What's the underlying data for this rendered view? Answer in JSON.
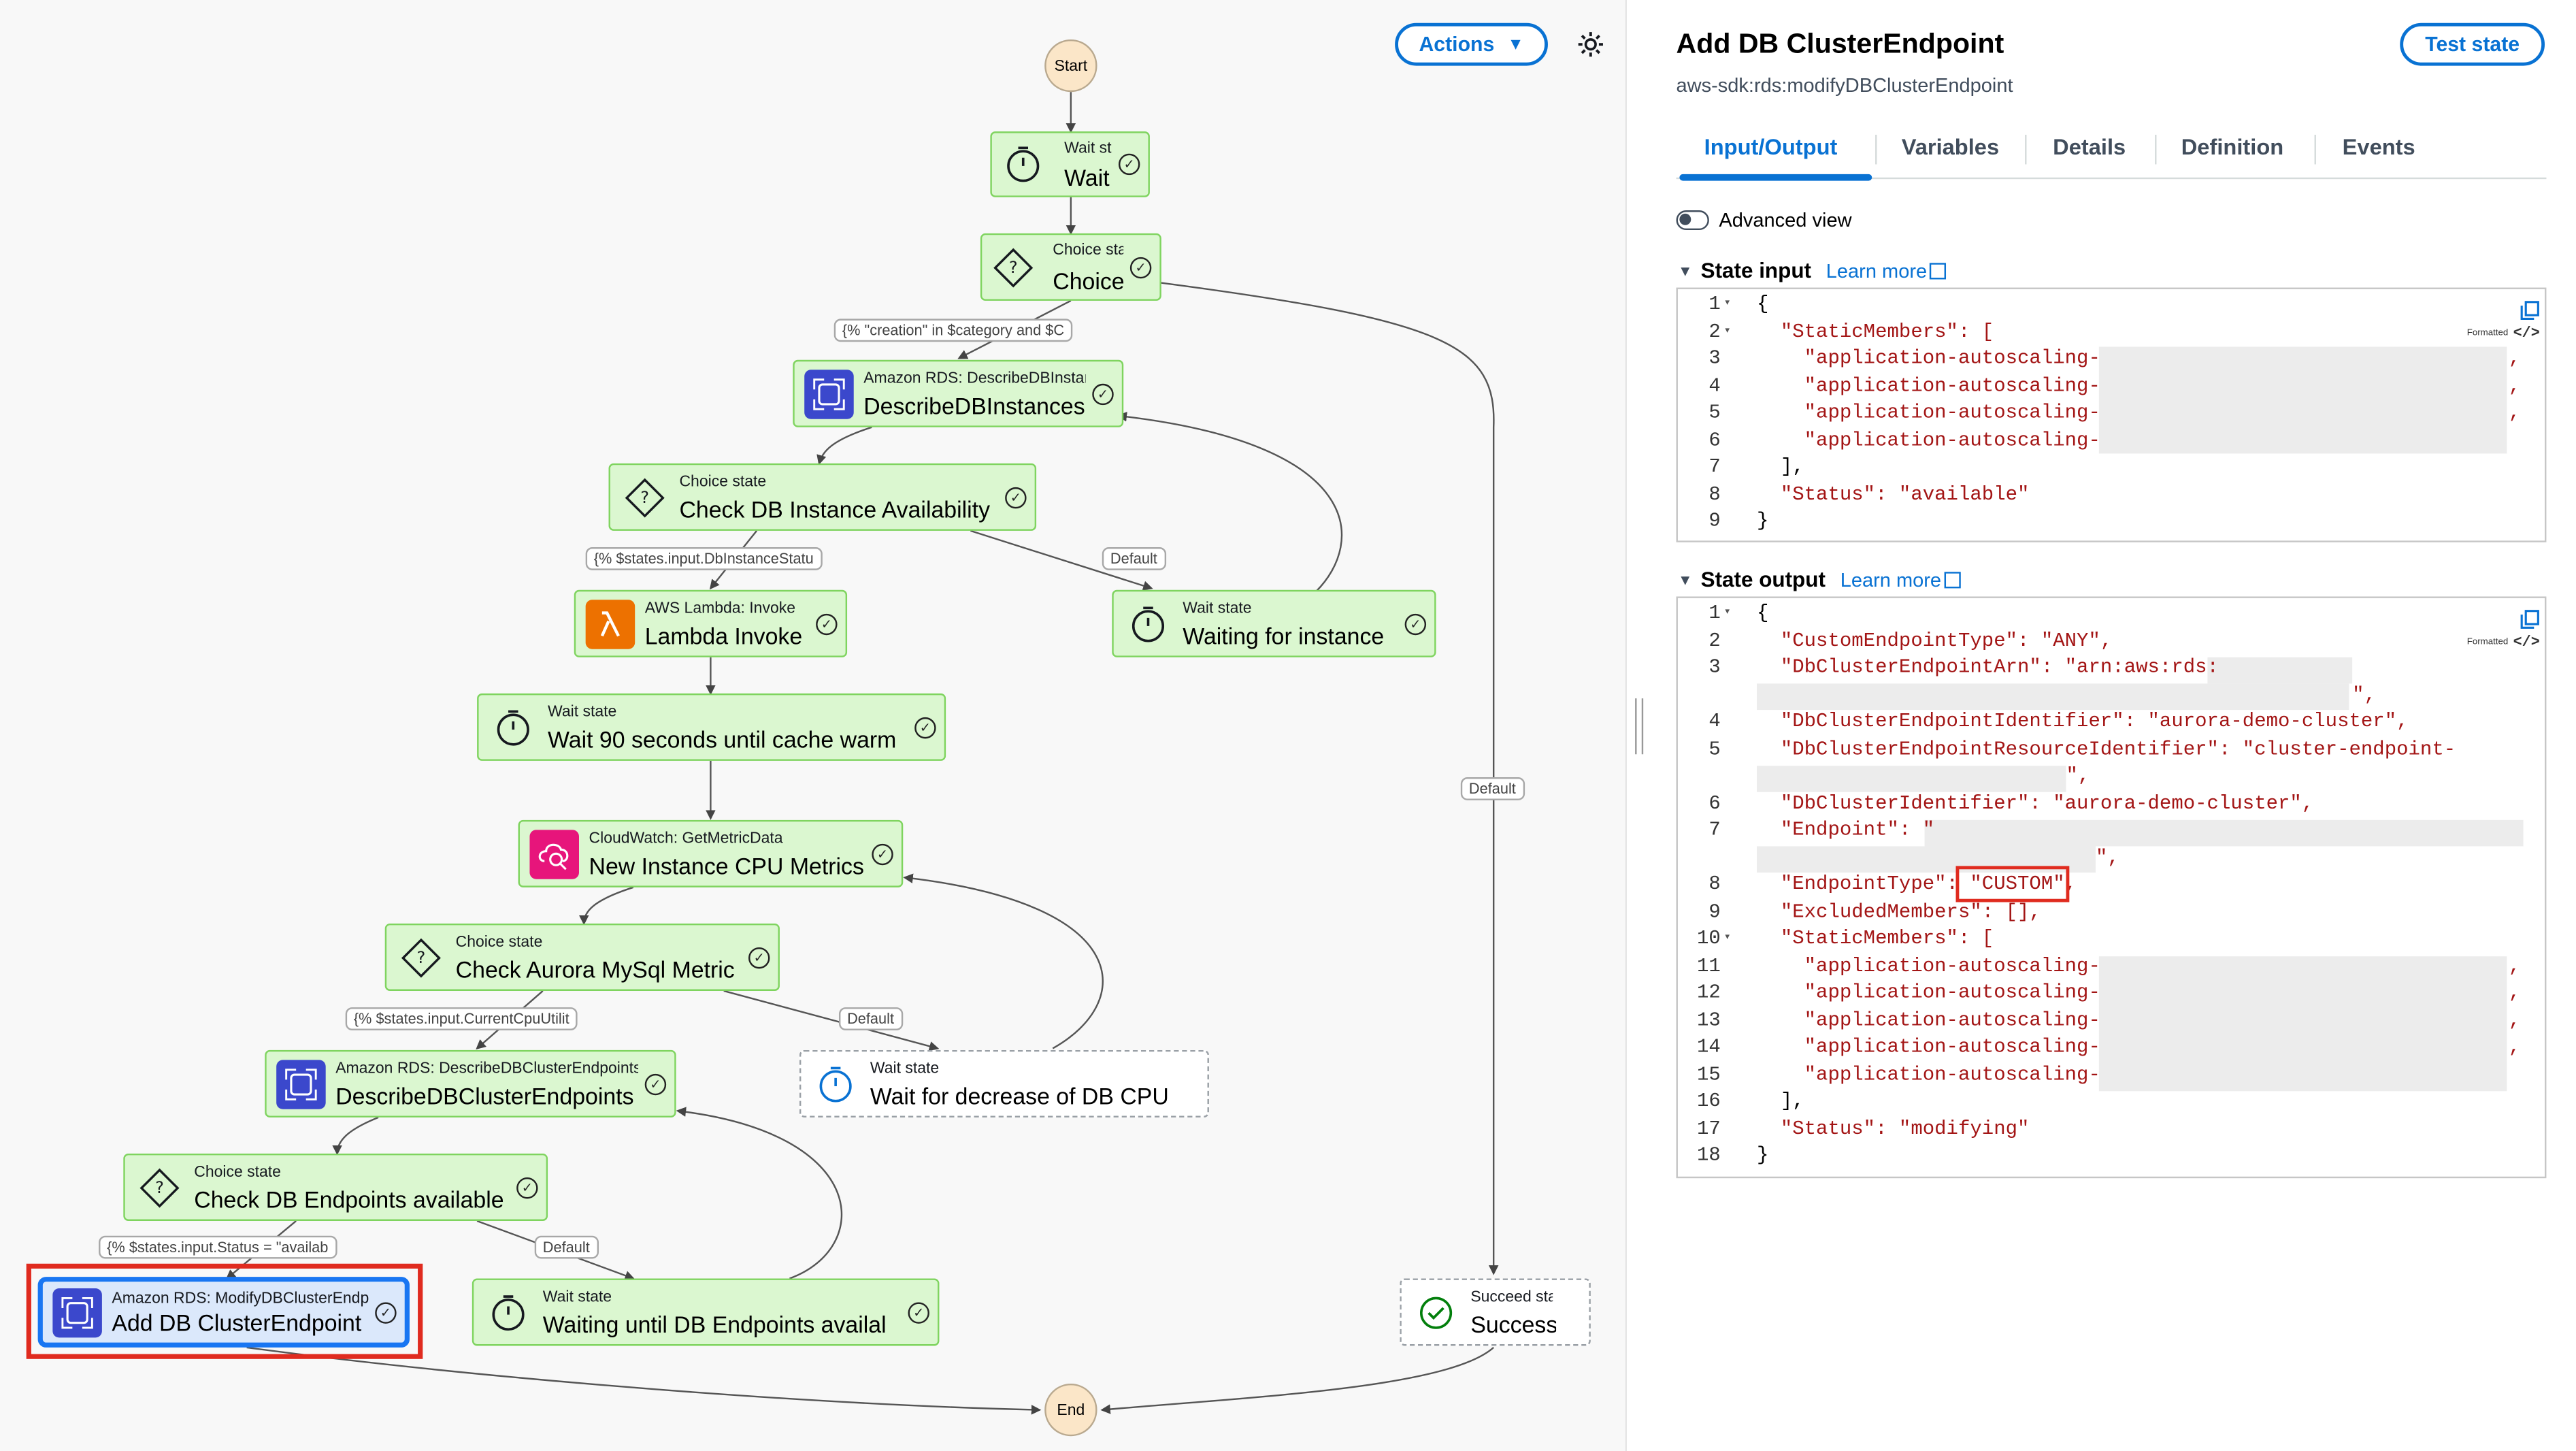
{
  "toolbar": {
    "actions_label": "Actions"
  },
  "graph": {
    "start_label": "Start",
    "end_label": "End",
    "nodes": {
      "wait": {
        "type": "Wait st",
        "title": "Wait"
      },
      "choice": {
        "type": "Choice sta",
        "title": "Choice"
      },
      "describe_instances": {
        "type": "Amazon RDS: DescribeDBInstar",
        "title": "DescribeDBInstances"
      },
      "check_availability": {
        "type": "Choice state",
        "title": "Check DB Instance Availability"
      },
      "lambda": {
        "type": "AWS Lambda: Invoke",
        "title": "Lambda Invoke"
      },
      "waiting_instance": {
        "type": "Wait state",
        "title": "Waiting for instance"
      },
      "wait90": {
        "type": "Wait state",
        "title": "Wait 90 seconds until cache warm"
      },
      "cpu_metrics": {
        "type": "CloudWatch: GetMetricData",
        "title": "New Instance CPU Metrics"
      },
      "check_metric": {
        "type": "Choice state",
        "title": "Check Aurora MySql Metric"
      },
      "describe_endpoints": {
        "type": "Amazon RDS: DescribeDBClusterEndpoints",
        "title": "DescribeDBClusterEndpoints"
      },
      "wait_cpu": {
        "type": "Wait state",
        "title": "Wait for decrease of DB CPU"
      },
      "check_endpoints": {
        "type": "Choice state",
        "title": "Check DB Endpoints available"
      },
      "add_endpoint": {
        "type": "Amazon RDS: ModifyDBClusterEndp",
        "title": "Add DB ClusterEndpoint"
      },
      "waiting_endpoints": {
        "type": "Wait state",
        "title": "Waiting until DB Endpoints availal"
      },
      "success": {
        "type": "Succeed sta",
        "title": "Success"
      }
    },
    "edge_labels": {
      "creation": "{% \"creation\" in $category and $C",
      "instance_status": "{% $states.input.DbInstanceStatu",
      "default1": "Default",
      "default_success": "Default",
      "cpu_util": "{% $states.input.CurrentCpuUtilit",
      "default2": "Default",
      "status_avail": "{% $states.input.Status = \"availab",
      "default3": "Default"
    }
  },
  "panel": {
    "title": "Add DB ClusterEndpoint",
    "resource": "aws-sdk:rds:modifyDBClusterEndpoint",
    "test_button": "Test state",
    "tabs": [
      "Input/Output",
      "Variables",
      "Details",
      "Definition",
      "Events"
    ],
    "advanced_view": "Advanced view",
    "learn_more": "Learn more",
    "formatted": "Formatted",
    "state_input": {
      "heading": "State input",
      "lines": [
        {
          "n": "1",
          "t": "{"
        },
        {
          "n": "2",
          "t": "  \"StaticMembers\": ["
        },
        {
          "n": "3",
          "t": "    \"application-autoscaling-"
        },
        {
          "n": "4",
          "t": "    \"application-autoscaling-"
        },
        {
          "n": "5",
          "t": "    \"application-autoscaling-"
        },
        {
          "n": "6",
          "t": "    \"application-autoscaling-"
        },
        {
          "n": "7",
          "t": "  ],"
        },
        {
          "n": "8",
          "t": "  \"Status\": \"available\""
        },
        {
          "n": "9",
          "t": "}"
        }
      ],
      "tails": [
        ",",
        ",",
        ",",
        ""
      ]
    },
    "state_output": {
      "heading": "State output",
      "lines": [
        {
          "n": "1",
          "t": "{"
        },
        {
          "n": "2",
          "t": "  \"CustomEndpointType\": \"ANY\","
        },
        {
          "n": "3",
          "t": "  \"DbClusterEndpointArn\": \"arn:aws:rds:"
        },
        {
          "n": "",
          "t": ""
        },
        {
          "n": "4",
          "t": "  \"DbClusterEndpointIdentifier\": \"aurora-demo-cluster\","
        },
        {
          "n": "5",
          "t": "  \"DbClusterEndpointResourceIdentifier\": \"cluster-endpoint-"
        },
        {
          "n": "",
          "t": ""
        },
        {
          "n": "6",
          "t": "  \"DbClusterIdentifier\": \"aurora-demo-cluster\","
        },
        {
          "n": "7",
          "t": "  \"Endpoint\": \""
        },
        {
          "n": "",
          "t": ""
        },
        {
          "n": "8",
          "t": "  \"EndpointType\": \"CUSTOM\","
        },
        {
          "n": "9",
          "t": "  \"ExcludedMembers\": [],"
        },
        {
          "n": "10",
          "t": "  \"StaticMembers\": ["
        },
        {
          "n": "11",
          "t": "    \"application-autoscaling-"
        },
        {
          "n": "12",
          "t": "    \"application-autoscaling-"
        },
        {
          "n": "13",
          "t": "    \"application-autoscaling-"
        },
        {
          "n": "14",
          "t": "    \"application-autoscaling-"
        },
        {
          "n": "15",
          "t": "    \"application-autoscaling-"
        },
        {
          "n": "16",
          "t": "  ],"
        },
        {
          "n": "17",
          "t": "  \"Status\": \"modifying\""
        },
        {
          "n": "18",
          "t": "}"
        }
      ],
      "tails": [
        ",",
        ",",
        ",",
        ",",
        ""
      ],
      "wrap_tails": [
        "\",",
        "\",",
        "\","
      ]
    }
  }
}
